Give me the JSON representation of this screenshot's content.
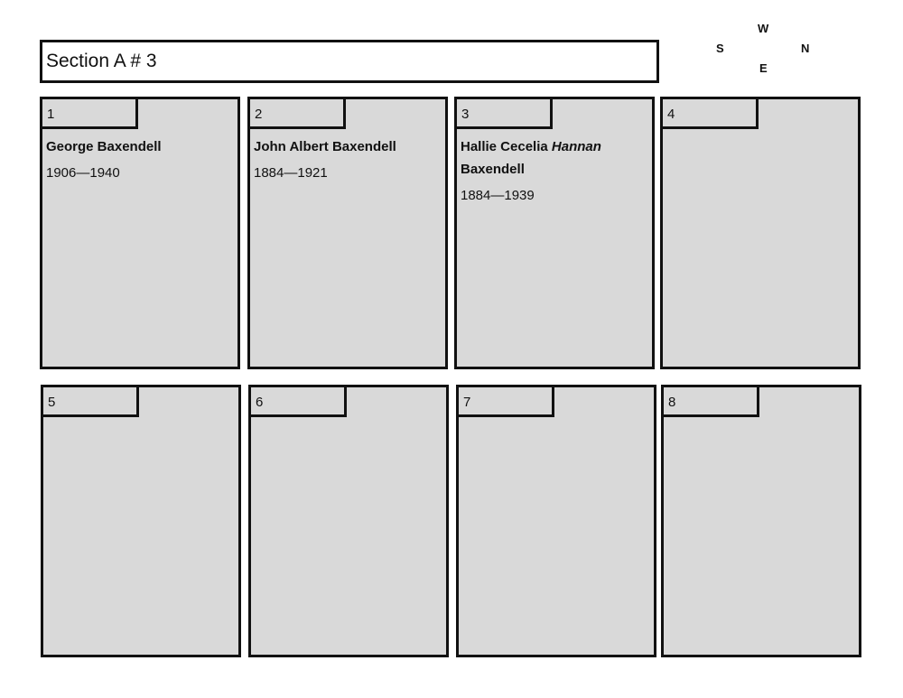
{
  "title": "Section A # 3",
  "compass": {
    "top": "W",
    "left": "S",
    "right": "N",
    "bottom": "E"
  },
  "plots": [
    {
      "number": "1",
      "name_parts": [
        "George Baxendell"
      ],
      "name_italic": "",
      "name_after": "",
      "dates": "1906—1940"
    },
    {
      "number": "2",
      "name_parts": [
        "John Albert Baxendell"
      ],
      "name_italic": "",
      "name_after": "",
      "dates": "1884—1921"
    },
    {
      "number": "3",
      "name_parts": [
        "Hallie Cecelia "
      ],
      "name_italic": "Hannan",
      "name_after": "Baxendell",
      "dates": "1884—1939"
    },
    {
      "number": "4",
      "name_parts": [
        ""
      ],
      "name_italic": "",
      "name_after": "",
      "dates": ""
    },
    {
      "number": "5",
      "name_parts": [
        ""
      ],
      "name_italic": "",
      "name_after": "",
      "dates": ""
    },
    {
      "number": "6",
      "name_parts": [
        ""
      ],
      "name_italic": "",
      "name_after": "",
      "dates": ""
    },
    {
      "number": "7",
      "name_parts": [
        ""
      ],
      "name_italic": "",
      "name_after": "",
      "dates": ""
    },
    {
      "number": "8",
      "name_parts": [
        ""
      ],
      "name_italic": "",
      "name_after": "",
      "dates": ""
    }
  ]
}
